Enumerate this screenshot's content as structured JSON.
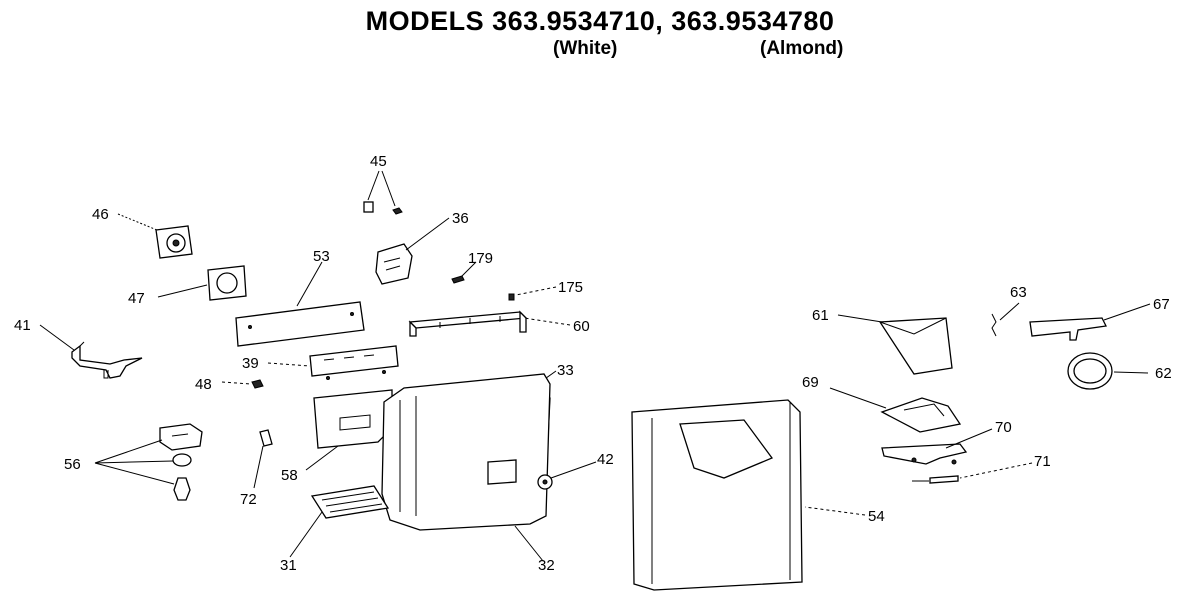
{
  "title": "MODELS 363.9534710, 363.9534780",
  "variants": [
    "(White)",
    "(Almond)"
  ],
  "callouts": {
    "c45": "45",
    "c46": "46",
    "c36": "36",
    "c179": "179",
    "c53": "53",
    "c175": "175",
    "c47": "47",
    "c41": "41",
    "c60": "60",
    "c39": "39",
    "c33": "33",
    "c48": "48",
    "c56": "56",
    "c58": "58",
    "c72": "72",
    "c42": "42",
    "c31": "31",
    "c32": "32",
    "c54": "54",
    "c61": "61",
    "c63": "63",
    "c67": "67",
    "c62": "62",
    "c69": "69",
    "c70": "70",
    "c71": "71"
  }
}
